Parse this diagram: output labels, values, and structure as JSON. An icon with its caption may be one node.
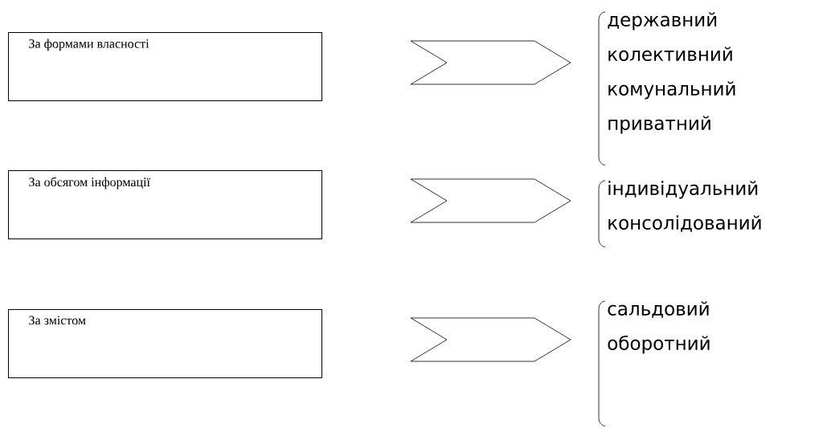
{
  "diagram": {
    "nodes": [
      {
        "text": [
          "За формами власності"
        ]
      },
      {
        "text": [
          "За обсягом інформації"
        ]
      },
      {
        "text": [
          "За змістом"
        ]
      },
      {
        "text": [
          "державний",
          "колективний",
          "комунальний",
          "приватний"
        ]
      },
      {
        "text": [
          "індивідуальний",
          "консолідований"
        ]
      },
      {
        "text": [
          "сальдовий",
          "оборотний"
        ]
      }
    ],
    "edges": [
      {
        "from": 0,
        "to": 3,
        "arrow": "to"
      },
      {
        "from": 1,
        "to": 4,
        "arrow": "to"
      },
      {
        "from": 2,
        "to": 5,
        "arrow": "to"
      }
    ]
  }
}
